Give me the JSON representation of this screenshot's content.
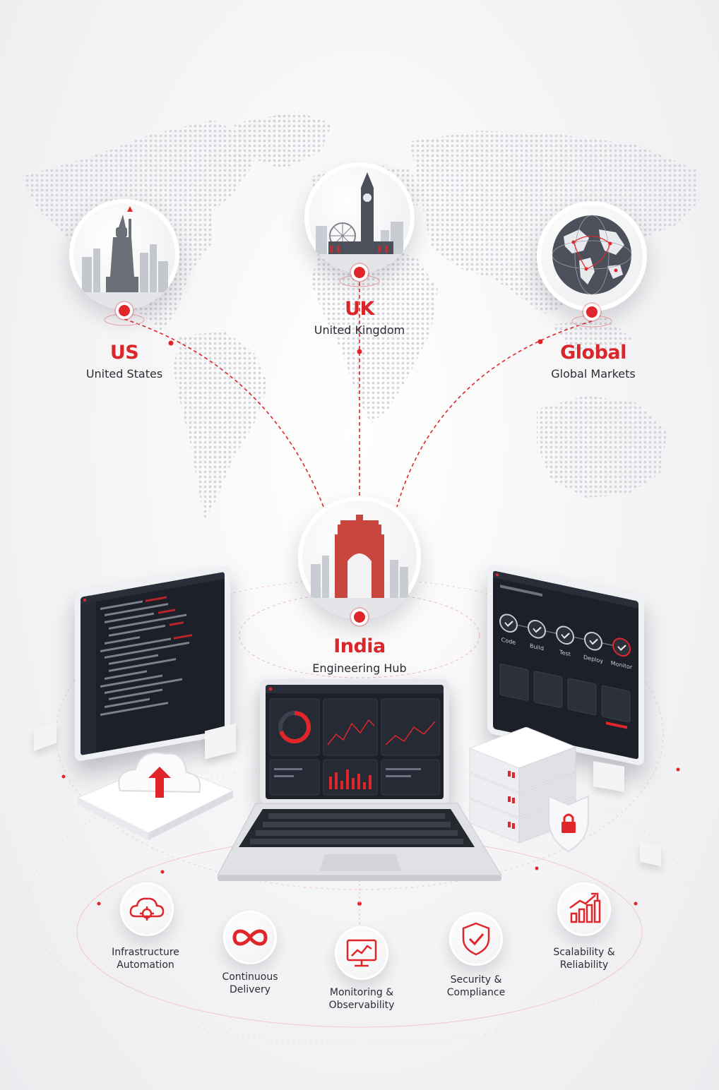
{
  "colors": {
    "accent": "#e0262b",
    "text": "#2b2d33",
    "screen_bg": "#1d2029"
  },
  "locations": [
    {
      "code": "US",
      "name": "United States"
    },
    {
      "code": "UK",
      "name": "United Kingdom"
    },
    {
      "code": "Global",
      "name": "Global Markets"
    }
  ],
  "hub": {
    "code": "India",
    "name": "Engineering Hub"
  },
  "pipeline": [
    "Code",
    "Build",
    "Test",
    "Deploy",
    "Monitor"
  ],
  "features": [
    {
      "line1": "Infrastructure",
      "line2": "Automation",
      "icon": "cloud-gear-icon"
    },
    {
      "line1": "Continuous",
      "line2": "Delivery",
      "icon": "infinity-icon"
    },
    {
      "line1": "Monitoring &",
      "line2": "Observability",
      "icon": "monitor-chart-icon"
    },
    {
      "line1": "Security &",
      "line2": "Compliance",
      "icon": "shield-check-icon"
    },
    {
      "line1": "Scalability &",
      "line2": "Reliability",
      "icon": "bar-chart-arrow-icon"
    }
  ]
}
